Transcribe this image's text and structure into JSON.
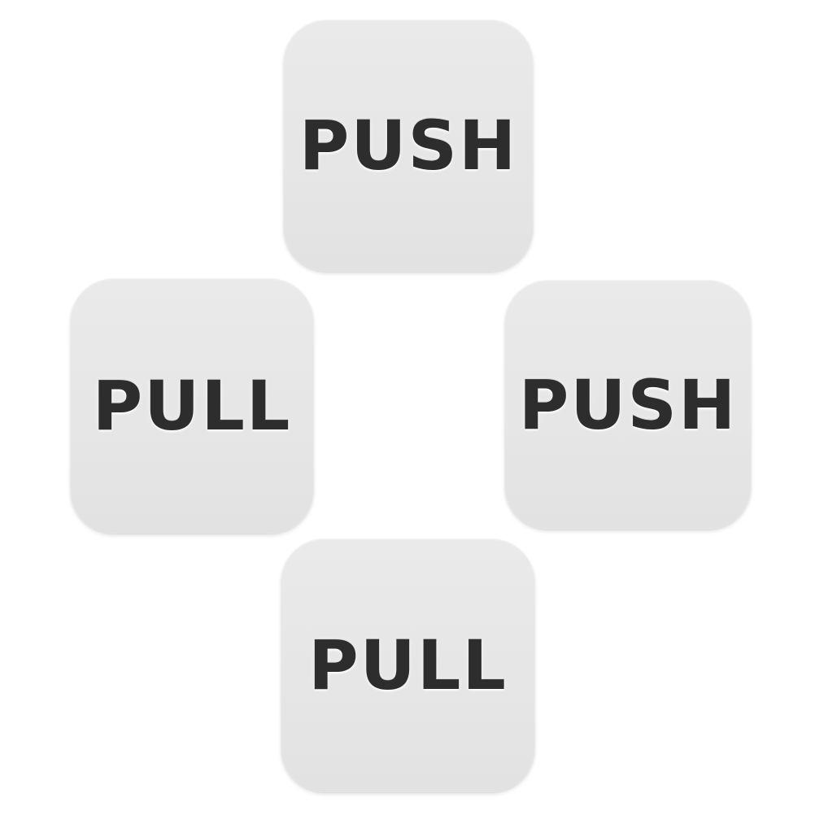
{
  "photo": {
    "description": "Four square self-adhesive door signs arranged in a plus pattern on a white background"
  },
  "signs": [
    {
      "id": "top",
      "label": "PUSH"
    },
    {
      "id": "left",
      "label": "PULL"
    },
    {
      "id": "right",
      "label": "PUSH"
    },
    {
      "id": "bottom",
      "label": "PULL"
    }
  ],
  "colors": {
    "background": "#ffffff",
    "tile": "#e6e6e6",
    "text": "#2d2d2d"
  }
}
